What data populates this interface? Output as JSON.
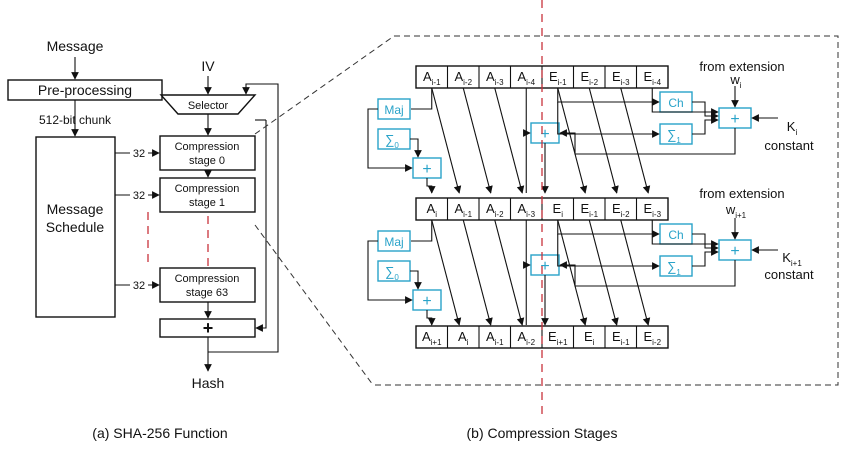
{
  "left": {
    "message": "Message",
    "preprocessing": "Pre-processing",
    "chunk": "512-bit chunk",
    "schedule_line1": "Message",
    "schedule_line2": "Schedule",
    "iv": "IV",
    "selector": "Selector",
    "stage0_l1": "Compression",
    "stage0_l2": "stage 0",
    "stage1_l1": "Compression",
    "stage1_l2": "stage 1",
    "stage63_l1": "Compression",
    "stage63_l2": "stage 63",
    "wire32": "32",
    "plus": "+",
    "hash": "Hash",
    "caption": "(a) SHA-256 Function"
  },
  "right": {
    "caption": "(b) Compression Stages",
    "from_extension": "from extension",
    "constant": "constant",
    "maj": "Maj",
    "ch": "Ch",
    "plus": "+",
    "stage1": {
      "regs": [
        [
          "A",
          "i-1"
        ],
        [
          "A",
          "i-2"
        ],
        [
          "A",
          "i-3"
        ],
        [
          "A",
          "i-4"
        ],
        [
          "E",
          "i-1"
        ],
        [
          "E",
          "i-2"
        ],
        [
          "E",
          "i-3"
        ],
        [
          "E",
          "i-4"
        ]
      ],
      "w": [
        "w",
        "i"
      ],
      "k": [
        "K",
        "i"
      ],
      "sigma0": [
        "∑",
        "0"
      ],
      "sigma1": [
        "∑",
        "1"
      ]
    },
    "stage2": {
      "regs": [
        [
          "A",
          "i"
        ],
        [
          "A",
          "i-1"
        ],
        [
          "A",
          "i-2"
        ],
        [
          "A",
          "i-3"
        ],
        [
          "E",
          "i"
        ],
        [
          "E",
          "i-1"
        ],
        [
          "E",
          "i-2"
        ],
        [
          "E",
          "i-3"
        ]
      ],
      "w": [
        "w",
        "i+1"
      ],
      "k": [
        "K",
        "i+1"
      ],
      "sigma0": [
        "∑",
        "0"
      ],
      "sigma1": [
        "∑",
        "1"
      ]
    },
    "output_regs": [
      [
        "A",
        "i+1"
      ],
      [
        "A",
        "i"
      ],
      [
        "A",
        "i-1"
      ],
      [
        "A",
        "i-2"
      ],
      [
        "E",
        "i+1"
      ],
      [
        "E",
        "i"
      ],
      [
        "E",
        "i-1"
      ],
      [
        "E",
        "i-2"
      ]
    ]
  }
}
